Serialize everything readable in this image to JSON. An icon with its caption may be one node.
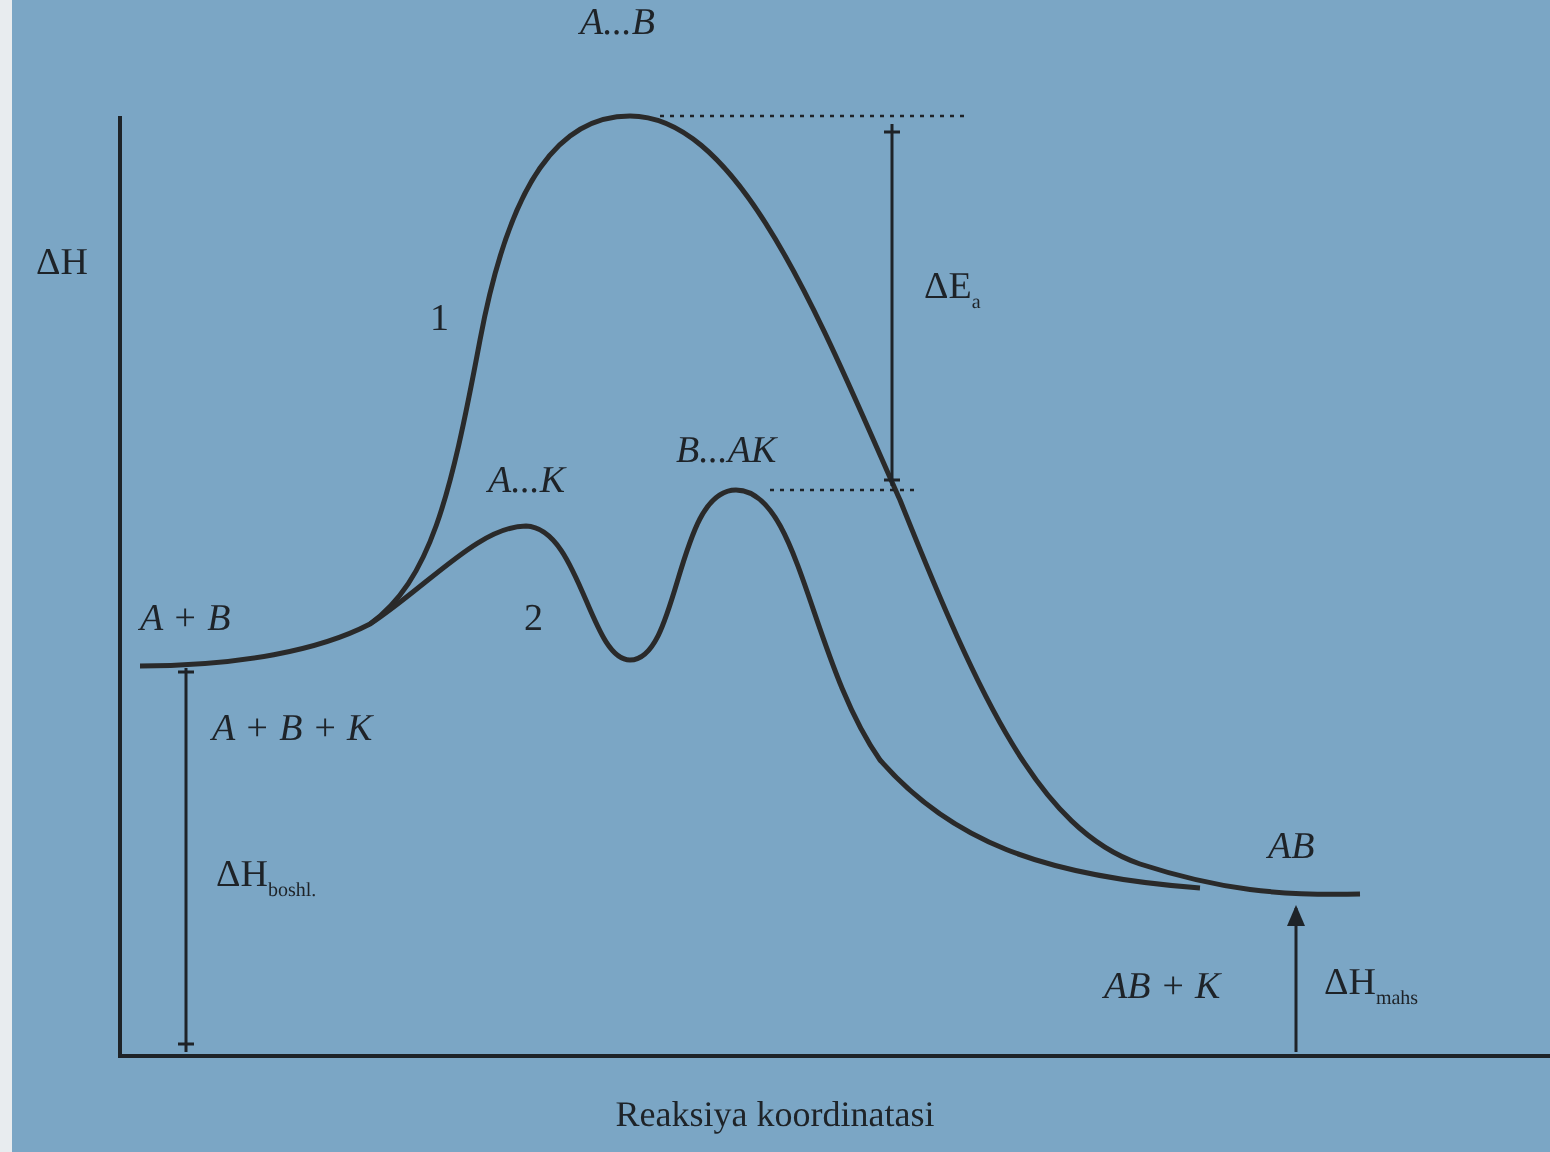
{
  "diagram": {
    "labels": [
      "A...B",
      "ΔH",
      "ΔE$_{a}$",
      "1",
      "B...AK",
      "A...K",
      "A + B",
      "2",
      "A + B + K",
      "ΔH$_{boshl.}$",
      "AB",
      "AB + K",
      "ΔH$_{mahs}$",
      "Reaksiya koordinatasi"
    ]
  }
}
